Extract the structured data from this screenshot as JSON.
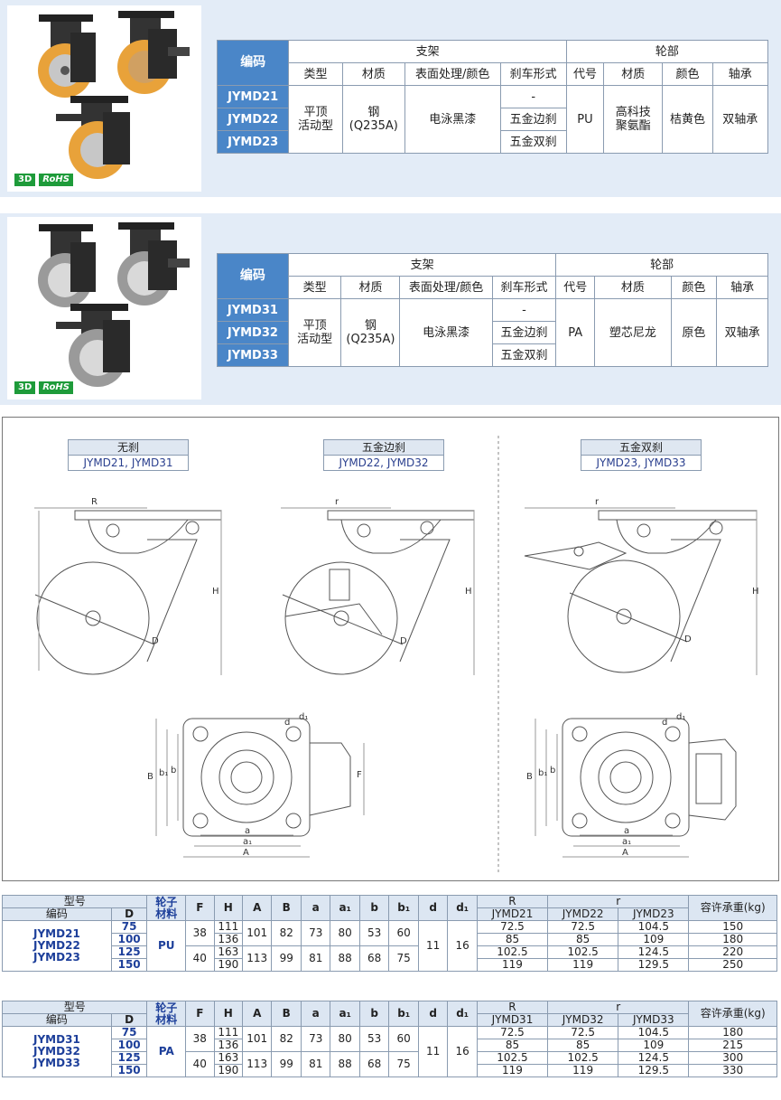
{
  "section1": {
    "badges": [
      "3D",
      "RoHS"
    ],
    "headers": {
      "code": "编码",
      "frame": "支架",
      "wheel": "轮部"
    },
    "subheaders": [
      "类型",
      "材质",
      "表面处理/颜色",
      "刹车形式",
      "代号",
      "材质",
      "颜色",
      "轴承"
    ],
    "codes": [
      "JYMD21",
      "JYMD22",
      "JYMD23"
    ],
    "type": "平顶\n活动型",
    "frame_material": "钢\n(Q235A)",
    "surface": "电泳黑漆",
    "brakes": [
      "-",
      "五金边刹",
      "五金双刹"
    ],
    "wheel_code": "PU",
    "wheel_material": "高科技\n聚氨酯",
    "wheel_color": "桔黄色",
    "bearing": "双轴承"
  },
  "section2": {
    "badges": [
      "3D",
      "RoHS"
    ],
    "headers": {
      "code": "编码",
      "frame": "支架",
      "wheel": "轮部"
    },
    "subheaders": [
      "类型",
      "材质",
      "表面处理/颜色",
      "刹车形式",
      "代号",
      "材质",
      "颜色",
      "轴承"
    ],
    "codes": [
      "JYMD31",
      "JYMD32",
      "JYMD33"
    ],
    "type": "平顶\n活动型",
    "frame_material": "钢\n(Q235A)",
    "surface": "电泳黑漆",
    "brakes": [
      "-",
      "五金边刹",
      "五金双刹"
    ],
    "wheel_code": "PA",
    "wheel_material": "塑芯尼龙",
    "wheel_color": "原色",
    "bearing": "双轴承"
  },
  "drawing": {
    "labels": [
      {
        "title": "无刹",
        "codes": "JYMD21, JYMD31"
      },
      {
        "title": "五金边刹",
        "codes": "JYMD22, JYMD32"
      },
      {
        "title": "五金双刹",
        "codes": "JYMD23, JYMD33"
      }
    ],
    "dims": {
      "R": "R",
      "r": "r",
      "H": "H",
      "D": "D",
      "B": "B",
      "b1": "b₁",
      "b": "b",
      "F": "F",
      "a": "a",
      "a1": "a₁",
      "A": "A",
      "d": "d",
      "d1": "d₁"
    }
  },
  "dim_headers": {
    "model": "型号",
    "code": "编码",
    "D": "D",
    "wheel_material": "轮子\n材料",
    "F": "F",
    "H": "H",
    "A": "A",
    "B": "B",
    "a": "a",
    "a1": "a₁",
    "b": "b",
    "b1": "b₁",
    "d": "d",
    "d1": "d₁",
    "R": "R",
    "r": "r",
    "load": "容许承重(kg)"
  },
  "table1": {
    "codes": "JYMD21\nJYMD22\nJYMD23",
    "material": "PU",
    "r_cols": [
      "JYMD21",
      "JYMD22",
      "JYMD23"
    ],
    "rows": [
      {
        "D": "75",
        "H": "111",
        "R": "72.5",
        "r1": "72.5",
        "r2": "104.5",
        "load": "150"
      },
      {
        "D": "100",
        "H": "136",
        "R": "85",
        "r1": "85",
        "r2": "109",
        "load": "180"
      },
      {
        "D": "125",
        "H": "163",
        "R": "102.5",
        "r1": "102.5",
        "r2": "124.5",
        "load": "220"
      },
      {
        "D": "150",
        "H": "190",
        "R": "119",
        "r1": "119",
        "r2": "129.5",
        "load": "250"
      }
    ],
    "g1": {
      "F": "38",
      "A": "101",
      "B": "82",
      "a": "73",
      "a1": "80",
      "b": "53",
      "b1": "60"
    },
    "g2": {
      "F": "40",
      "A": "113",
      "B": "99",
      "a": "81",
      "a1": "88",
      "b": "68",
      "b1": "75"
    },
    "d": "11",
    "d1": "16"
  },
  "table2": {
    "codes": "JYMD31\nJYMD32\nJYMD33",
    "material": "PA",
    "r_cols": [
      "JYMD31",
      "JYMD32",
      "JYMD33"
    ],
    "rows": [
      {
        "D": "75",
        "H": "111",
        "R": "72.5",
        "r1": "72.5",
        "r2": "104.5",
        "load": "180"
      },
      {
        "D": "100",
        "H": "136",
        "R": "85",
        "r1": "85",
        "r2": "109",
        "load": "215"
      },
      {
        "D": "125",
        "H": "163",
        "R": "102.5",
        "r1": "102.5",
        "r2": "124.5",
        "load": "300"
      },
      {
        "D": "150",
        "H": "190",
        "R": "119",
        "r1": "119",
        "r2": "129.5",
        "load": "330"
      }
    ],
    "g1": {
      "F": "38",
      "A": "101",
      "B": "82",
      "a": "73",
      "a1": "80",
      "b": "53",
      "b1": "60"
    },
    "g2": {
      "F": "40",
      "A": "113",
      "B": "99",
      "a": "81",
      "a1": "88",
      "b": "68",
      "b1": "75"
    },
    "d": "11",
    "d1": "16"
  },
  "colors": {
    "panel": "#e3ecf7",
    "header_blue": "#4a86c8",
    "code_blue": "#1d3f9a",
    "badge_green": "#1e9b3a",
    "pu_orange": "#e8a23a"
  }
}
